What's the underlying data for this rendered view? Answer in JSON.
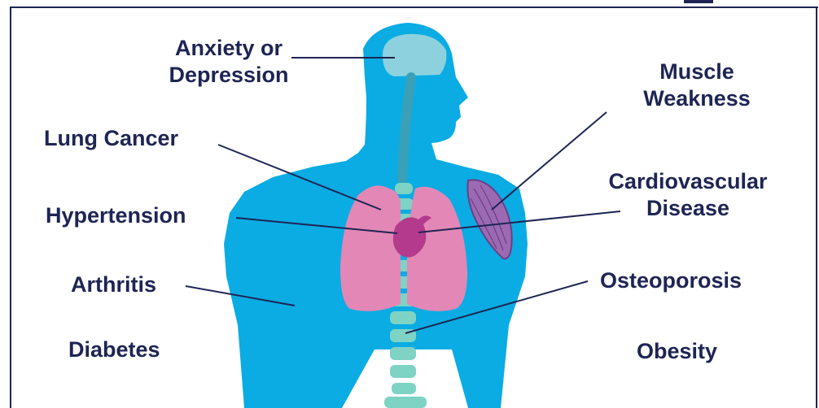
{
  "labels": {
    "anxiety": "Anxiety or\nDepression",
    "muscle": "Muscle\nWeakness",
    "lung": "Lung Cancer",
    "cardio": "Cardiovascular\nDisease",
    "hypertension": "Hypertension",
    "arthritis": "Arthritis",
    "osteoporosis": "Osteoporosis",
    "diabetes": "Diabetes",
    "obesity": "Obesity"
  },
  "colors": {
    "text": "#1e2554",
    "body": "#0aace3",
    "brain": "#8dd1de",
    "spine": "#7ed3c4",
    "lungs": "#e387b6",
    "heart": "#b43a8d",
    "muscle": "#9b6ab3"
  }
}
